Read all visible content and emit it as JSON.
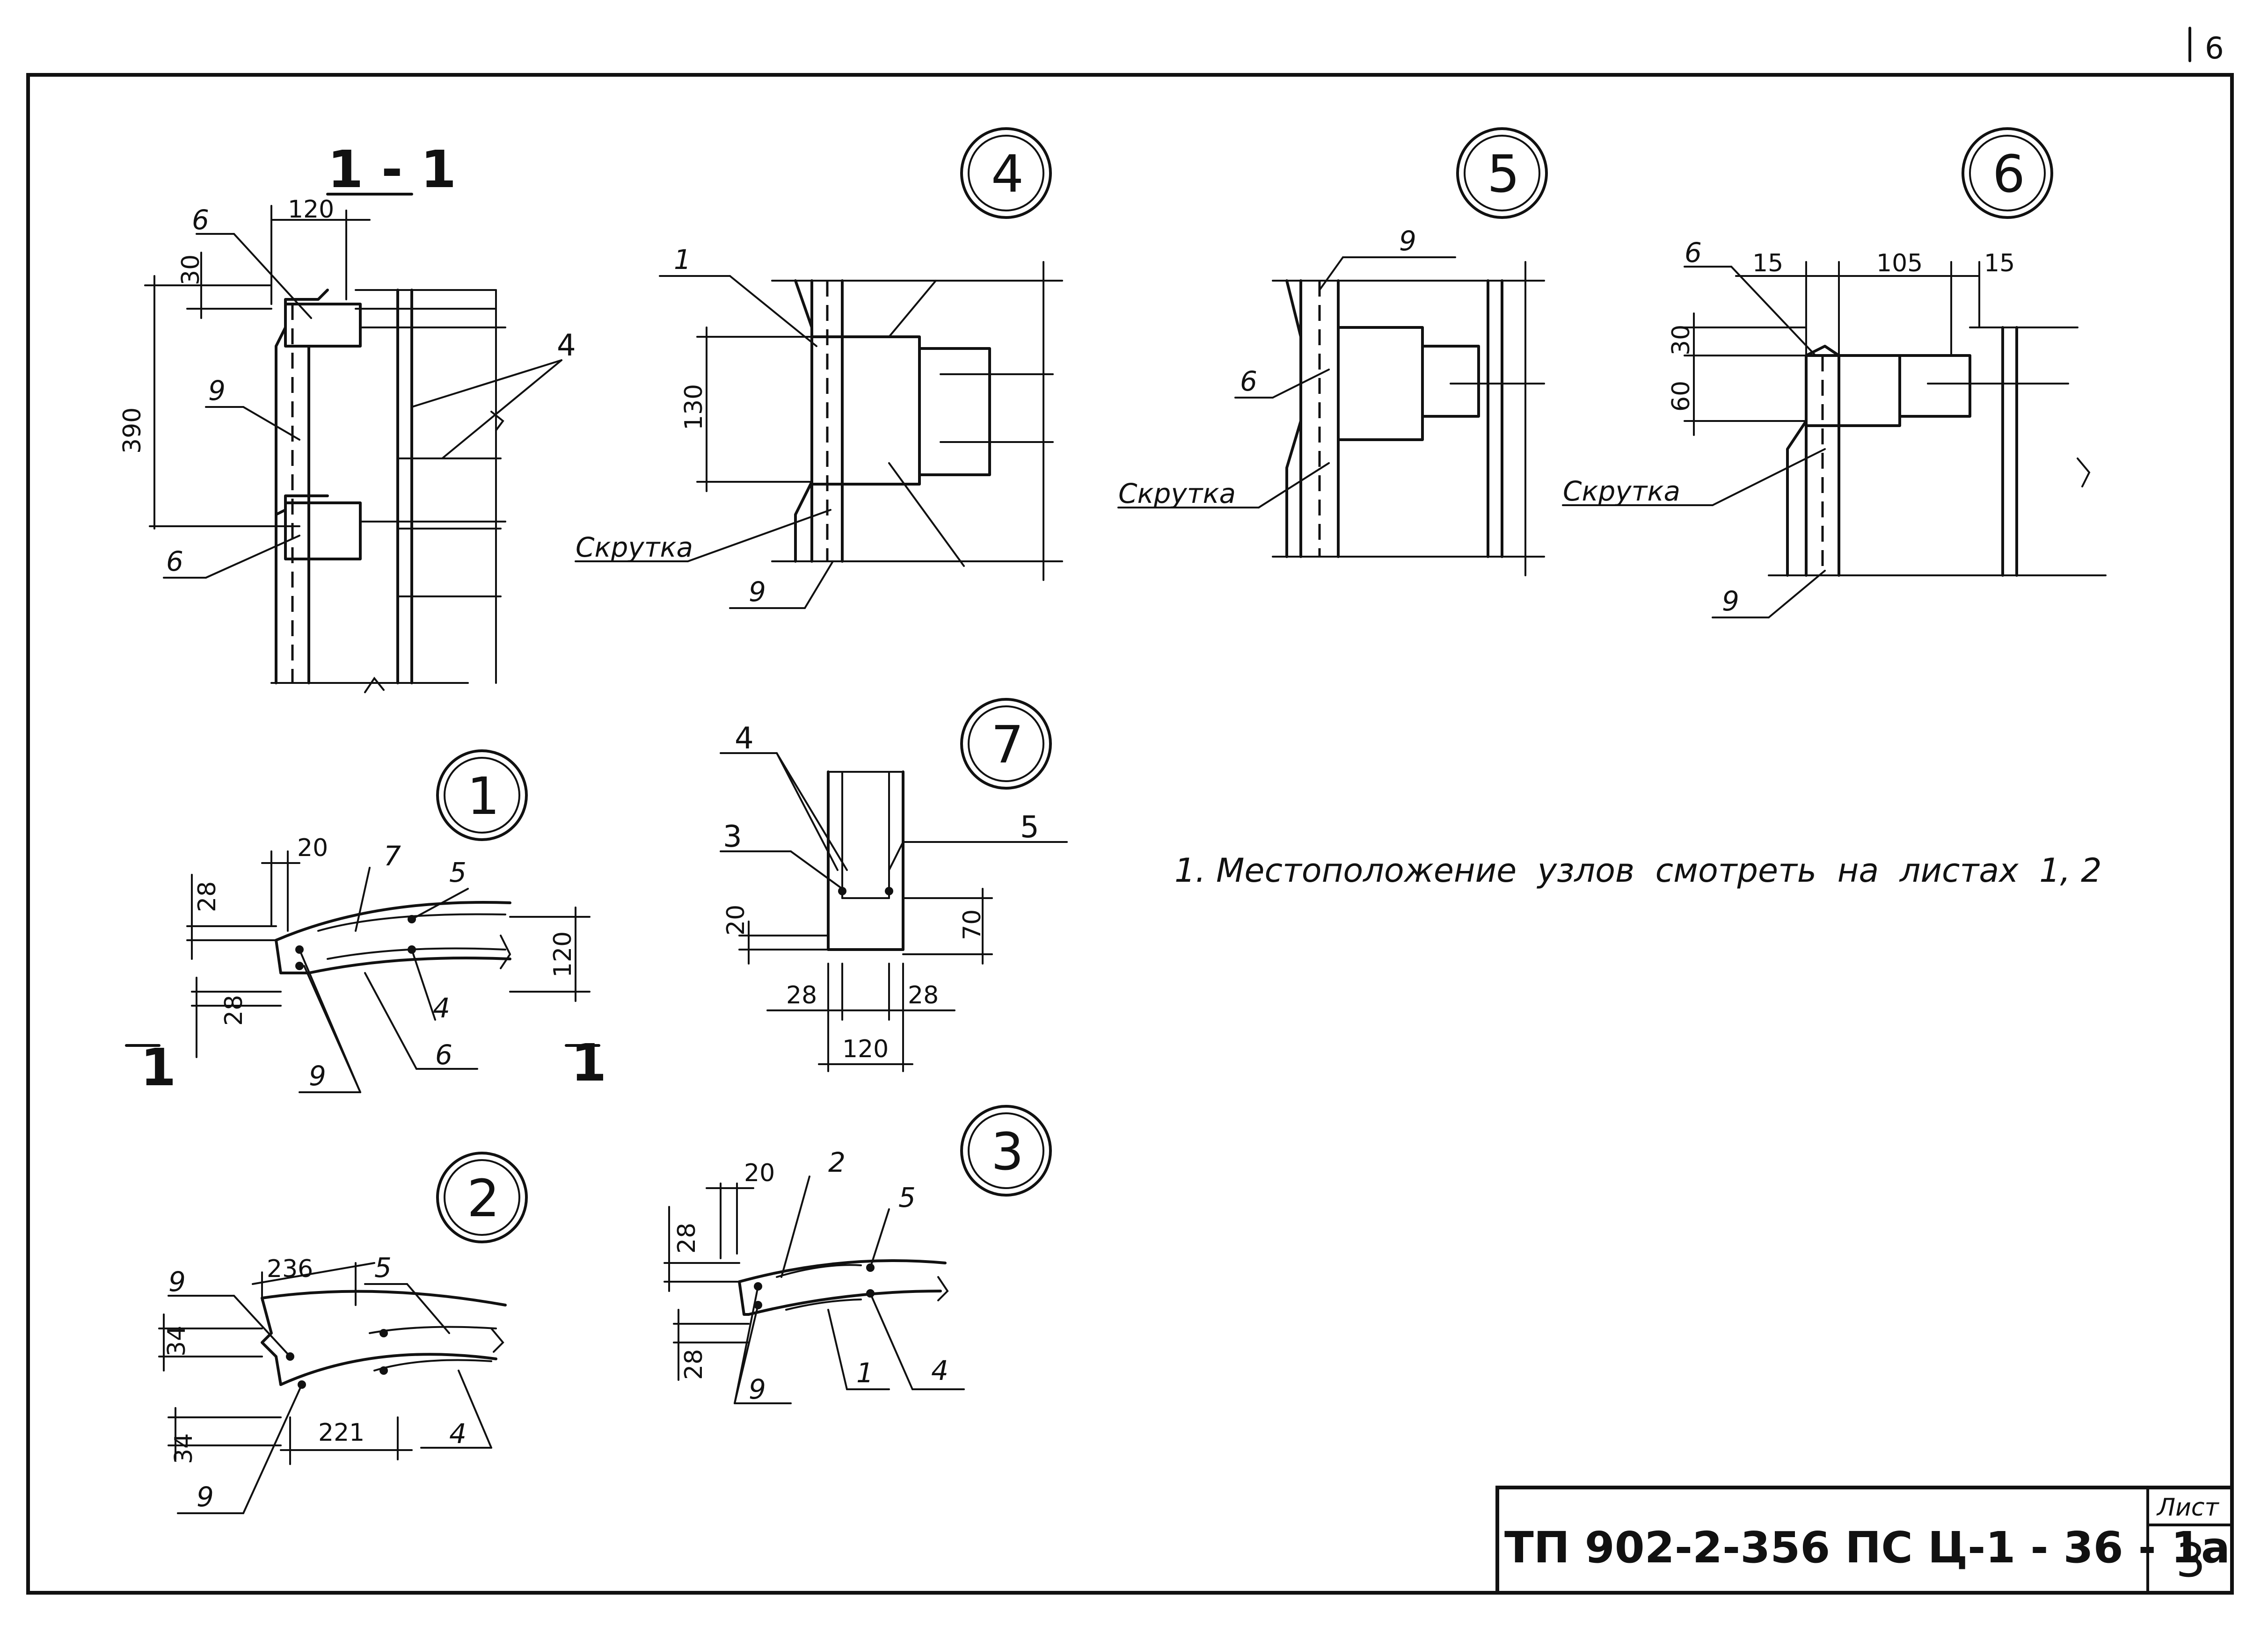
{
  "page_number": "6",
  "section": {
    "title": "1 - 1",
    "dims": [
      "120",
      "30",
      "390"
    ],
    "labels": [
      "6",
      "9",
      "4",
      "6"
    ]
  },
  "detail4": {
    "badge": "4",
    "dims": [
      "130"
    ],
    "labels": [
      "1",
      "9"
    ],
    "twist": "Скрутка"
  },
  "detail5": {
    "badge": "5",
    "labels": [
      "9",
      "6"
    ],
    "twist": "Скрутка"
  },
  "detail6": {
    "badge": "6",
    "dims": [
      "15",
      "105",
      "15",
      "30",
      "60"
    ],
    "labels": [
      "6",
      "9"
    ],
    "twist": "Скрутка"
  },
  "detail1": {
    "badge": "1",
    "dims": [
      "20",
      "28",
      "28",
      "120"
    ],
    "labels": [
      "7",
      "5",
      "4",
      "6",
      "9"
    ],
    "cut_left": "1",
    "cut_right": "1"
  },
  "detail7": {
    "badge": "7",
    "dims": [
      "20",
      "70",
      "28",
      "28",
      "120"
    ],
    "labels": [
      "4",
      "3",
      "5"
    ]
  },
  "detail2": {
    "badge": "2",
    "dims": [
      "236",
      "34",
      "34",
      "221"
    ],
    "labels": [
      "9",
      "5",
      "9",
      "4"
    ]
  },
  "detail3": {
    "badge": "3",
    "dims": [
      "20",
      "28",
      "28"
    ],
    "labels": [
      "2",
      "5",
      "9",
      "1",
      "4"
    ]
  },
  "note": "1. Местоположение  узлов  смотреть  на  листах  1, 2",
  "title_block": {
    "code": "ТП 902-2-356 ПС Ц-1 - 36 - 1а",
    "sheet_label": "Лист",
    "sheet_number": "3"
  }
}
